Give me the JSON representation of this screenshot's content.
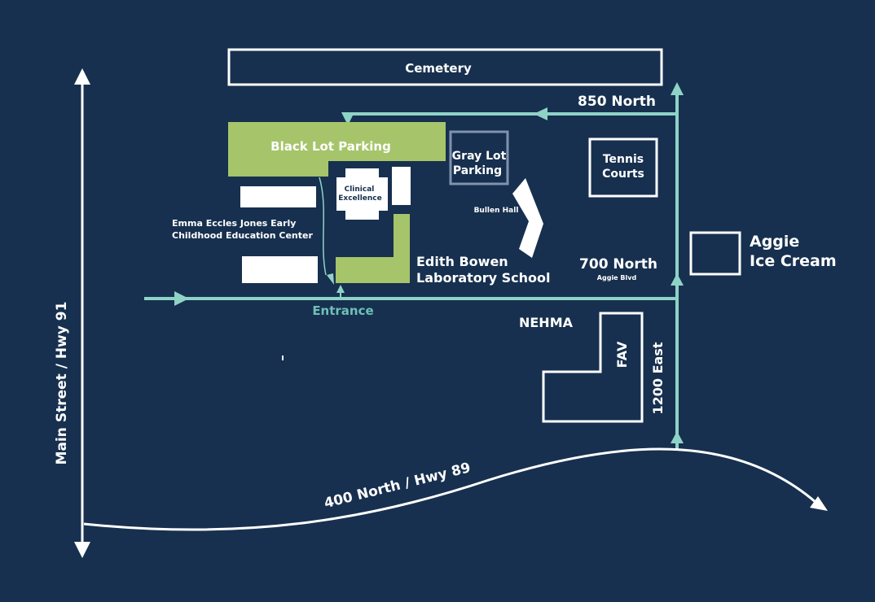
{
  "colors": {
    "background": "#17304f",
    "road": "#8fd3c7",
    "parking_green": "#a6c46a",
    "outline_white": "#ffffff",
    "gray_lot": "#7f93ad",
    "entrance_text": "#6fc0b6"
  },
  "buildings": {
    "cemetery": "Cemetery",
    "black_lot": "Black Lot Parking",
    "gray_lot_1": "Gray Lot",
    "gray_lot_2": "Parking",
    "clinical_1": "Clinical",
    "clinical_2": "Excellence",
    "bullen_hall": "Bullen Hall",
    "tennis_1": "Tennis",
    "tennis_2": "Courts",
    "aggie_1": "Aggie",
    "aggie_2": "Ice Cream",
    "emma_1": "Emma Eccles Jones Early",
    "emma_2": "Childhood Education Center",
    "edith_1": "Edith Bowen",
    "edith_2": "Laboratory School",
    "nehma": "NEHMA",
    "fav": "FAV"
  },
  "roads": {
    "north_850": "850 North",
    "north_700": "700 North",
    "aggie_blvd": "Aggie Blvd",
    "east_1200": "1200 East",
    "main_street": "Main Street / Hwy 91",
    "north_400": "400 North / Hwy 89",
    "entrance": "Entrance"
  }
}
